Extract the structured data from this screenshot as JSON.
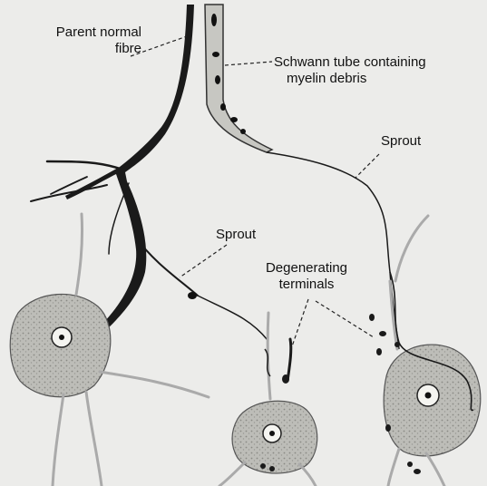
{
  "labels": {
    "parent_fibre": [
      "Parent normal",
      "fibre"
    ],
    "schwann_tube": [
      "Schwann tube containing",
      "myelin debris"
    ],
    "sprout_upper": "Sprout",
    "sprout_lower": "Sprout",
    "degenerating_terminals": [
      "Degenerating",
      "terminals"
    ]
  }
}
